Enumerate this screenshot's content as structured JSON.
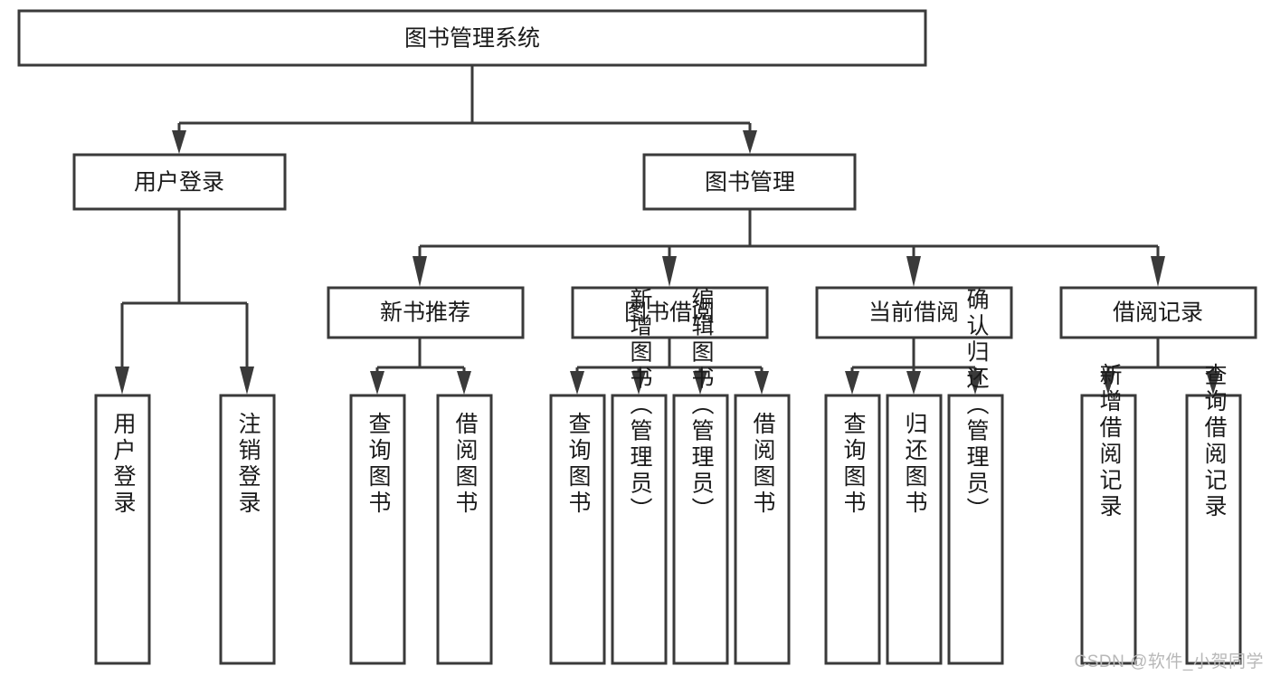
{
  "diagram": {
    "type": "hierarchy-tree",
    "title": "图书管理系统",
    "watermark": "CSDN @软件_小贺同学",
    "levels": [
      {
        "level": 1,
        "nodes": [
          {
            "id": "root",
            "label": "图书管理系统",
            "orientation": "horizontal"
          }
        ]
      },
      {
        "level": 2,
        "nodes": [
          {
            "id": "user-login",
            "label": "用户登录",
            "orientation": "horizontal",
            "parent": "root"
          },
          {
            "id": "book-manage",
            "label": "图书管理",
            "orientation": "horizontal",
            "parent": "root"
          }
        ]
      },
      {
        "level": 3,
        "nodes": [
          {
            "id": "new-book-rec",
            "label": "新书推荐",
            "orientation": "horizontal",
            "parent": "book-manage"
          },
          {
            "id": "book-borrow",
            "label": "图书借阅",
            "orientation": "horizontal",
            "parent": "book-manage"
          },
          {
            "id": "current-borrow",
            "label": "当前借阅",
            "orientation": "horizontal",
            "parent": "book-manage"
          },
          {
            "id": "borrow-record",
            "label": "借阅记录",
            "orientation": "horizontal",
            "parent": "book-manage"
          }
        ]
      },
      {
        "level": 4,
        "nodes": [
          {
            "id": "leaf-user-login",
            "label": "用户登录",
            "orientation": "vertical",
            "parent": "user-login"
          },
          {
            "id": "leaf-user-logout",
            "label": "注销登录",
            "orientation": "vertical",
            "parent": "user-login"
          },
          {
            "id": "leaf-rec-query",
            "label": "查询图书",
            "orientation": "vertical",
            "parent": "new-book-rec"
          },
          {
            "id": "leaf-rec-borrow",
            "label": "借阅图书",
            "orientation": "vertical",
            "parent": "new-book-rec"
          },
          {
            "id": "leaf-borrow-query",
            "label": "查询图书",
            "orientation": "vertical",
            "parent": "book-borrow"
          },
          {
            "id": "leaf-borrow-add",
            "label": "新增图书（管理员）",
            "orientation": "vertical",
            "parent": "book-borrow"
          },
          {
            "id": "leaf-borrow-edit",
            "label": "编辑图书（管理员）",
            "orientation": "vertical",
            "parent": "book-borrow"
          },
          {
            "id": "leaf-borrow-lend",
            "label": "借阅图书",
            "orientation": "vertical",
            "parent": "book-borrow"
          },
          {
            "id": "leaf-current-query",
            "label": "查询图书",
            "orientation": "vertical",
            "parent": "current-borrow"
          },
          {
            "id": "leaf-current-return",
            "label": "归还图书",
            "orientation": "vertical",
            "parent": "current-borrow"
          },
          {
            "id": "leaf-current-confirm",
            "label": "确认归还（管理员）",
            "orientation": "vertical",
            "parent": "current-borrow"
          },
          {
            "id": "leaf-record-add",
            "label": "新增借阅记录",
            "orientation": "vertical",
            "parent": "borrow-record"
          },
          {
            "id": "leaf-record-query",
            "label": "查询借阅记录",
            "orientation": "vertical",
            "parent": "borrow-record"
          }
        ]
      }
    ],
    "colors": {
      "box_stroke": "#3a3a3a",
      "box_fill": "#ffffff",
      "connector": "#3a3a3a",
      "text": "#1a1a1a",
      "watermark": "#b8b8b8",
      "background": "#ffffff"
    }
  }
}
